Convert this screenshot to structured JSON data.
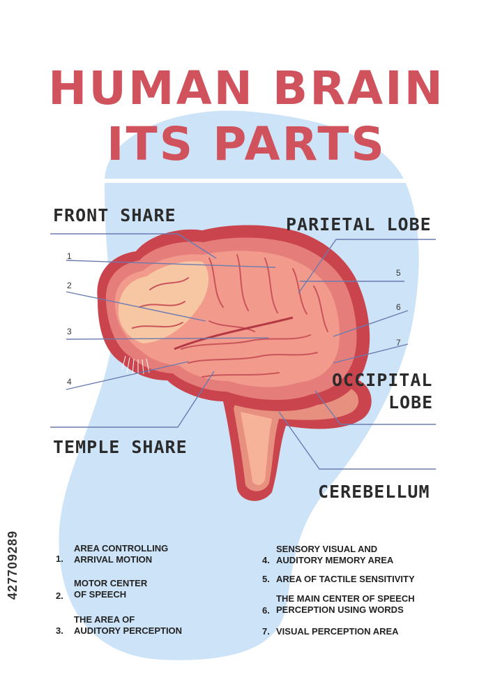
{
  "title": {
    "line1": "HUMAN BRAIN",
    "line2": "ITS PARTS"
  },
  "labels": {
    "front_share": "FRONT SHARE",
    "parietal_lobe": "PARIETAL LOBE",
    "occipital_lobe_1": "OCCIPITAL",
    "occipital_lobe_2": "LOBE",
    "temple_share": "TEMPLE SHARE",
    "cerebellum": "CEREBELLUM"
  },
  "markers": [
    "1",
    "2",
    "3",
    "4",
    "5",
    "6",
    "7"
  ],
  "legend": [
    {
      "num": "1.",
      "line1": "AREA CONTROLLING",
      "line2": "ARRIVAL MOTION"
    },
    {
      "num": "2.",
      "line1": "MOTOR CENTER",
      "line2": "OF SPEECH"
    },
    {
      "num": "3.",
      "line1": "THE AREA OF",
      "line2": "AUDITORY PERCEPTION"
    },
    {
      "num": "4.",
      "line1": "SENSORY VISUAL AND",
      "line2": "AUDITORY MEMORY AREA"
    },
    {
      "num": "5.",
      "line1": "AREA OF TACTILE SENSITIVITY",
      "line2": ""
    },
    {
      "num": "6.",
      "line1": "THE MAIN CENTER OF SPEECH",
      "line2": "PERCEPTION USING WORDS"
    },
    {
      "num": "7.",
      "line1": "VISUAL PERCEPTION AREA",
      "line2": ""
    }
  ],
  "stock_id": "427709289",
  "colors": {
    "title": "#d0525c",
    "blob": "#cde3f7",
    "brain_outer": "#c9444c",
    "brain_mid": "#e57d7a",
    "brain_inner": "#f7b39a",
    "leader_line": "#6b7bb0"
  }
}
